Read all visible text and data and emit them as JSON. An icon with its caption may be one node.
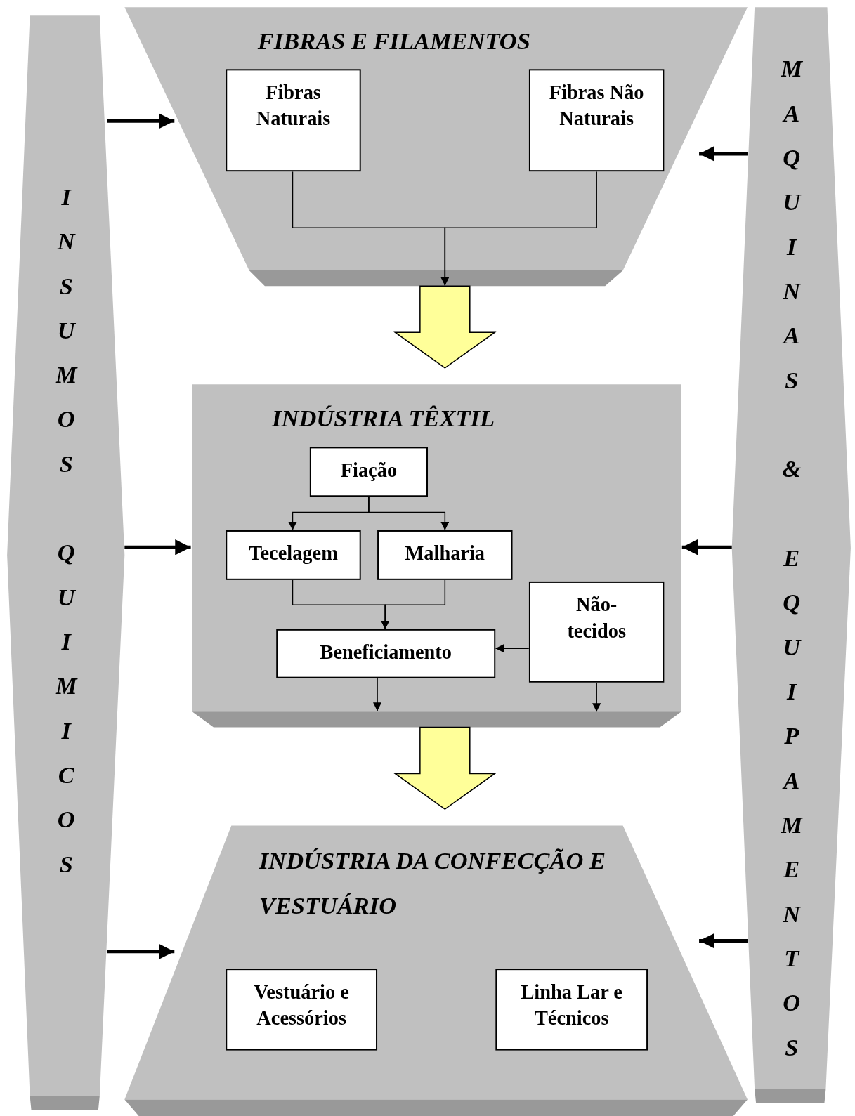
{
  "diagram": {
    "nodes": [
      {
        "text": [
          "INSUMOS QUIMICOS"
        ]
      },
      {
        "text": [
          "MAQUINAS & EQUIPAMENTOS"
        ]
      },
      {
        "text": [
          "FIBRAS E FILAMENTOS"
        ]
      },
      {
        "text": [
          "Fibras Naturais"
        ],
        "in": 2
      },
      {
        "text": [
          "Fibras Não Naturais"
        ],
        "in": 2
      },
      {
        "text": [
          "INDÚSTRIA TÊXTIL"
        ]
      },
      {
        "text": [
          "Fiação"
        ],
        "in": 5
      },
      {
        "text": [
          "Tecelagem"
        ],
        "in": 5
      },
      {
        "text": [
          "Malharia"
        ],
        "in": 5
      },
      {
        "text": [
          "Beneficiamento"
        ],
        "in": 5
      },
      {
        "text": [
          "Não-tecidos"
        ],
        "in": 5
      },
      {
        "text": [
          "INDÚSTRIA DA CONFECÇÃO E VESTUÁRIO"
        ]
      },
      {
        "text": [
          "Vestuário e Acessórios"
        ],
        "in": 11
      },
      {
        "text": [
          "Linha Lar e Técnicos"
        ],
        "in": 11
      }
    ],
    "edges": [
      {
        "from": 0,
        "to": 2,
        "arrow": "to",
        "style": "thick"
      },
      {
        "from": 0,
        "to": 5,
        "arrow": "to",
        "style": "thick"
      },
      {
        "from": 0,
        "to": 11,
        "arrow": "to",
        "style": "thick"
      },
      {
        "from": 1,
        "to": 2,
        "arrow": "to",
        "style": "thick"
      },
      {
        "from": 1,
        "to": 5,
        "arrow": "to",
        "style": "thick"
      },
      {
        "from": 1,
        "to": 11,
        "arrow": "to",
        "style": "thick"
      },
      {
        "from": 3,
        "to": null,
        "arrow": "to"
      },
      {
        "from": 4,
        "to": null,
        "arrow": "to"
      },
      {
        "from": 2,
        "to": 5,
        "arrow": "to",
        "style": "thick",
        "color": "#ffff99"
      },
      {
        "from": 6,
        "to": 7,
        "arrow": "to"
      },
      {
        "from": 6,
        "to": 8,
        "arrow": "to"
      },
      {
        "from": 7,
        "to": 9,
        "arrow": "to"
      },
      {
        "from": 8,
        "to": 9,
        "arrow": "to"
      },
      {
        "from": 10,
        "to": 9,
        "arrow": "to"
      },
      {
        "from": 9,
        "to": null,
        "arrow": "to"
      },
      {
        "from": 10,
        "to": null,
        "arrow": "to"
      },
      {
        "from": 5,
        "to": 11,
        "arrow": "to",
        "style": "thick",
        "color": "#ffff99"
      }
    ]
  }
}
